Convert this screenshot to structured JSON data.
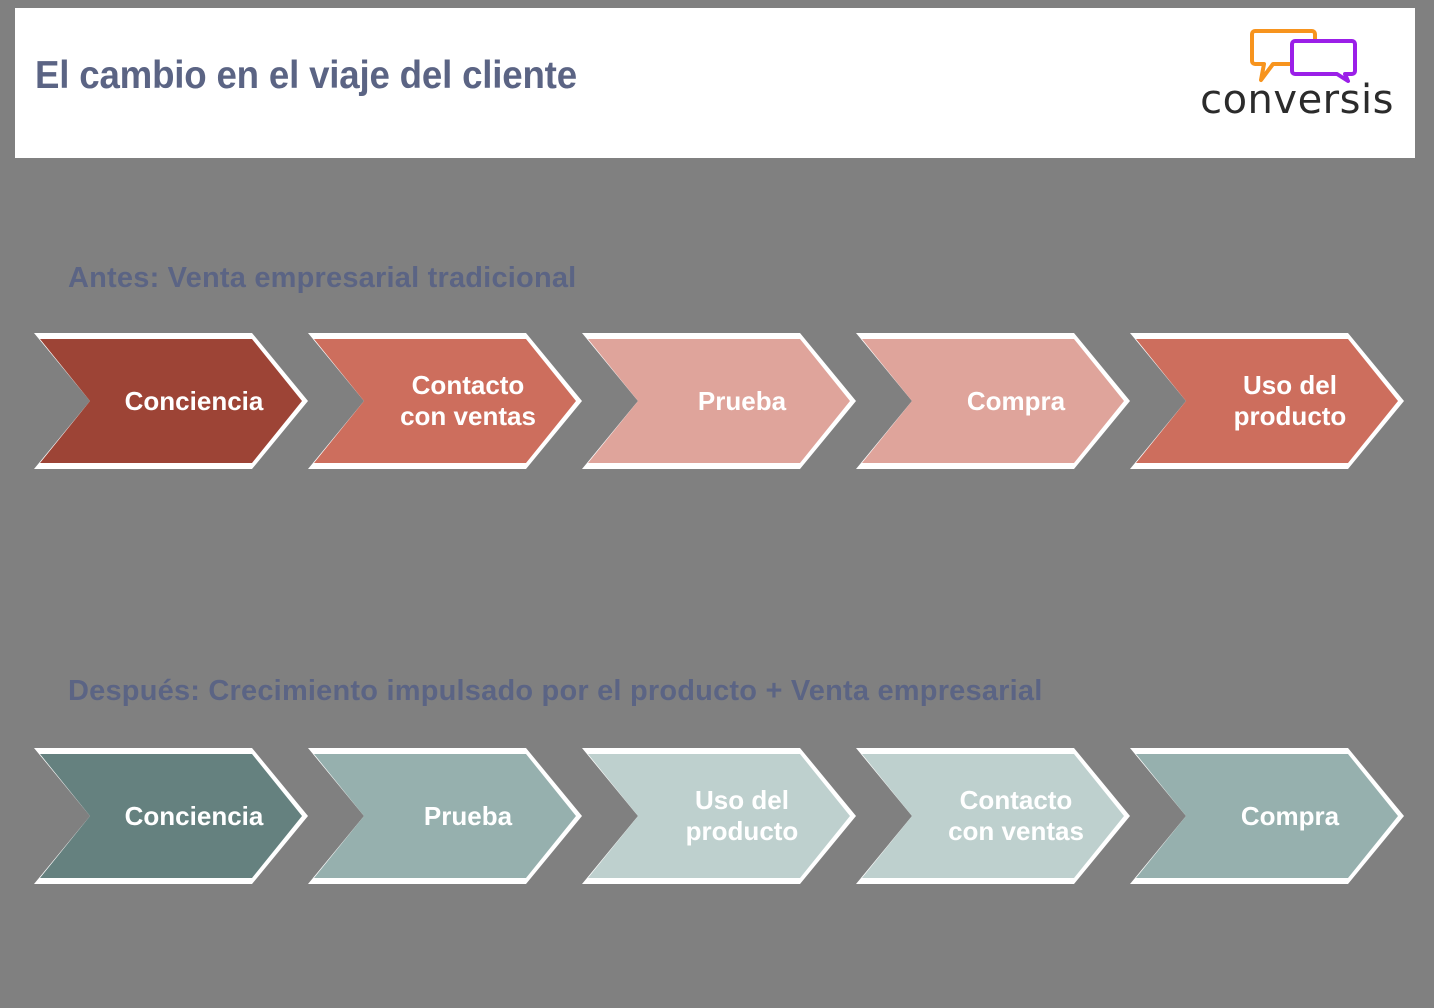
{
  "slide": {
    "background_color": "#808080",
    "title": "El cambio en el viaje del cliente",
    "title_color": "#5b6484",
    "card_color": "#ffffff"
  },
  "logo": {
    "wordmark": "conversis",
    "wordmark_color": "#2b2b2b",
    "bubble_back_color": "#f7941e",
    "bubble_front_color": "#9b1fe8",
    "bubble_back_name": "speech-bubble-orange",
    "bubble_front_name": "speech-bubble-purple"
  },
  "sections": [
    {
      "id": "before",
      "heading": "Antes: Venta empresarial tradicional",
      "heading_color": "#5b6484",
      "steps": [
        {
          "label": "Conciencia",
          "color": "#9d4436"
        },
        {
          "label": "Contacto\ncon ventas",
          "color": "#cd6e5d"
        },
        {
          "label": "Prueba",
          "color": "#dfa49b"
        },
        {
          "label": "Compra",
          "color": "#dfa49b"
        },
        {
          "label": "Uso del\nproducto",
          "color": "#cd6e5d"
        }
      ]
    },
    {
      "id": "after",
      "heading": "Después: Crecimiento impulsado por el producto + Venta empresarial",
      "heading_color": "#5b6484",
      "steps": [
        {
          "label": "Conciencia",
          "color": "#65817f"
        },
        {
          "label": "Prueba",
          "color": "#96b0ae"
        },
        {
          "label": "Uso del\nproducto",
          "color": "#bed0ce"
        },
        {
          "label": "Contacto\ncon ventas",
          "color": "#bed0ce"
        },
        {
          "label": "Compra",
          "color": "#96b0ae"
        }
      ]
    }
  ]
}
